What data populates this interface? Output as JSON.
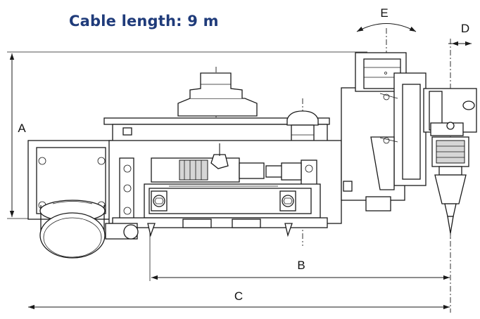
{
  "title": "Cable length: 9 m",
  "dimensions": {
    "a": "A",
    "b": "B",
    "c": "C",
    "d": "D",
    "e": "E"
  },
  "colors": {
    "title": "#1f3b7a",
    "line": "#1a1a1a"
  }
}
